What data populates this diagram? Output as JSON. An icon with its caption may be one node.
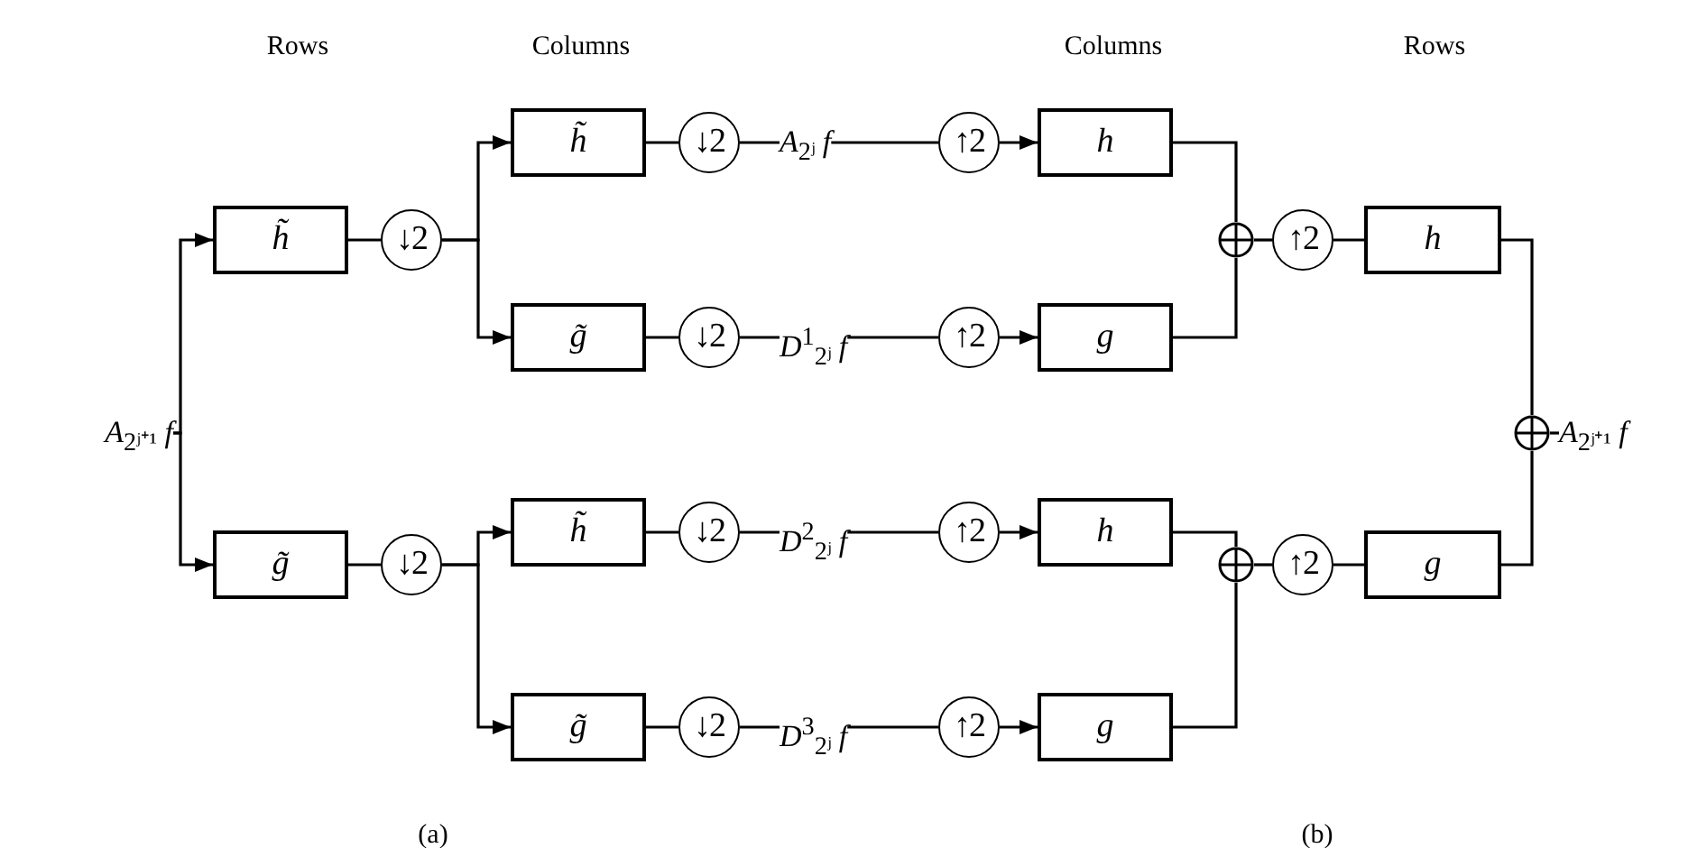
{
  "diagram": {
    "nodes": [
      {
        "text": [
          "*A*$_{2ʲ⁺¹}$ *f*"
        ]
      },
      {
        "text": [
          "h̃"
        ]
      },
      {
        "text": [
          "↓2"
        ]
      },
      {
        "text": [
          "g̃"
        ]
      },
      {
        "text": [
          "↓2"
        ]
      },
      {
        "text": [
          "h̃"
        ]
      },
      {
        "text": [
          "↓2"
        ]
      },
      {
        "text": [
          "g̃"
        ]
      },
      {
        "text": [
          "↓2"
        ]
      },
      {
        "text": [
          "h̃"
        ]
      },
      {
        "text": [
          "↓2"
        ]
      },
      {
        "text": [
          "g̃"
        ]
      },
      {
        "text": [
          "↓2"
        ]
      },
      {
        "text": [
          "*A*$_{2ʲ}$ *f*"
        ]
      },
      {
        "text": [
          "*D*$^{1}$$_{2ʲ}$ *f*"
        ]
      },
      {
        "text": [
          "*D*$^{2}$$_{2ʲ}$ *f*"
        ]
      },
      {
        "text": [
          "*D*$^{3}$$_{2ʲ}$ *f*"
        ]
      },
      {
        "text": [
          "↑2"
        ]
      },
      {
        "text": [
          "h"
        ]
      },
      {
        "text": [
          "↑2"
        ]
      },
      {
        "text": [
          "g"
        ]
      },
      {
        "text": [
          "↑2"
        ]
      },
      {
        "text": [
          "h"
        ]
      },
      {
        "text": [
          "↑2"
        ]
      },
      {
        "text": [
          "g"
        ]
      },
      {
        "text": [],
        "shape": "circle"
      },
      {
        "text": [
          "↑2"
        ]
      },
      {
        "text": [
          "h"
        ]
      },
      {
        "text": [],
        "shape": "circle"
      },
      {
        "text": [
          "↑2"
        ]
      },
      {
        "text": [
          "g"
        ]
      },
      {
        "text": [],
        "shape": "circle"
      },
      {
        "text": [
          "*A*$_{2ʲ⁺¹}$ *f*"
        ]
      }
    ],
    "edges": [
      {
        "from": 0,
        "to": 1,
        "arrow": "to"
      },
      {
        "from": 0,
        "to": 3,
        "arrow": "to"
      },
      {
        "from": 1,
        "to": 2,
        "arrow": "none"
      },
      {
        "from": 3,
        "to": 4,
        "arrow": "none"
      },
      {
        "from": 2,
        "to": 5,
        "arrow": "to"
      },
      {
        "from": 2,
        "to": 7,
        "arrow": "to"
      },
      {
        "from": 4,
        "to": 9,
        "arrow": "to"
      },
      {
        "from": 4,
        "to": 11,
        "arrow": "to"
      },
      {
        "from": 5,
        "to": 6,
        "arrow": "none"
      },
      {
        "from": 7,
        "to": 8,
        "arrow": "none"
      },
      {
        "from": 9,
        "to": 10,
        "arrow": "none"
      },
      {
        "from": 11,
        "to": 12,
        "arrow": "none"
      },
      {
        "from": 6,
        "to": 13,
        "arrow": "none"
      },
      {
        "from": 8,
        "to": 14,
        "arrow": "none"
      },
      {
        "from": 10,
        "to": 15,
        "arrow": "none"
      },
      {
        "from": 12,
        "to": 16,
        "arrow": "none"
      },
      {
        "from": 13,
        "to": 17,
        "arrow": "none"
      },
      {
        "from": 17,
        "to": 18,
        "arrow": "to"
      },
      {
        "from": 14,
        "to": 19,
        "arrow": "none"
      },
      {
        "from": 19,
        "to": 20,
        "arrow": "to"
      },
      {
        "from": 15,
        "to": 21,
        "arrow": "none"
      },
      {
        "from": 21,
        "to": 22,
        "arrow": "to"
      },
      {
        "from": 16,
        "to": 23,
        "arrow": "none"
      },
      {
        "from": 23,
        "to": 24,
        "arrow": "to"
      },
      {
        "from": 18,
        "to": 25,
        "arrow": "none"
      },
      {
        "from": 20,
        "to": 25,
        "arrow": "none"
      },
      {
        "from": 25,
        "to": 26,
        "arrow": "none"
      },
      {
        "from": 26,
        "to": 27,
        "arrow": "none"
      },
      {
        "from": 22,
        "to": 28,
        "arrow": "none"
      },
      {
        "from": 24,
        "to": 28,
        "arrow": "none"
      },
      {
        "from": 28,
        "to": 29,
        "arrow": "none"
      },
      {
        "from": 29,
        "to": 30,
        "arrow": "none"
      },
      {
        "from": 27,
        "to": 31,
        "arrow": "none"
      },
      {
        "from": 30,
        "to": 31,
        "arrow": "none"
      },
      {
        "from": 31,
        "to": 32,
        "arrow": "none"
      }
    ],
    "labels": [
      "Rows",
      "Columns",
      "Columns",
      "Rows",
      "(a)",
      "(b)"
    ]
  }
}
